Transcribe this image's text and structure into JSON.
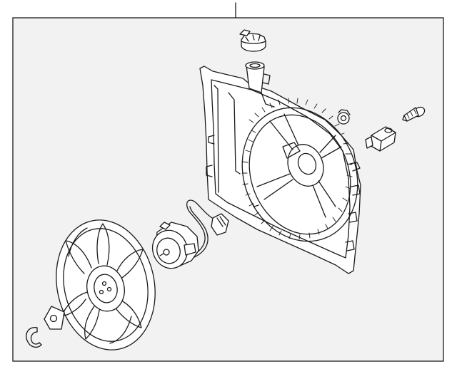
{
  "diagram": {
    "panel_fill": "#f2f2f2",
    "line_color": "#1a1a1a",
    "parts": [
      {
        "name": "fan-shroud",
        "icon": "shroud-frame-icon"
      },
      {
        "name": "reservoir-cap",
        "icon": "cap-icon"
      },
      {
        "name": "grommet",
        "icon": "grommet-icon"
      },
      {
        "name": "mounting-bolt",
        "icon": "bolt-icon"
      },
      {
        "name": "resistor-connector",
        "icon": "connector-icon"
      },
      {
        "name": "fan-motor",
        "icon": "motor-icon"
      },
      {
        "name": "fan-blade",
        "icon": "fan-blade-icon"
      },
      {
        "name": "retaining-washer",
        "icon": "washer-icon"
      },
      {
        "name": "retaining-clip",
        "icon": "clip-icon"
      }
    ]
  }
}
